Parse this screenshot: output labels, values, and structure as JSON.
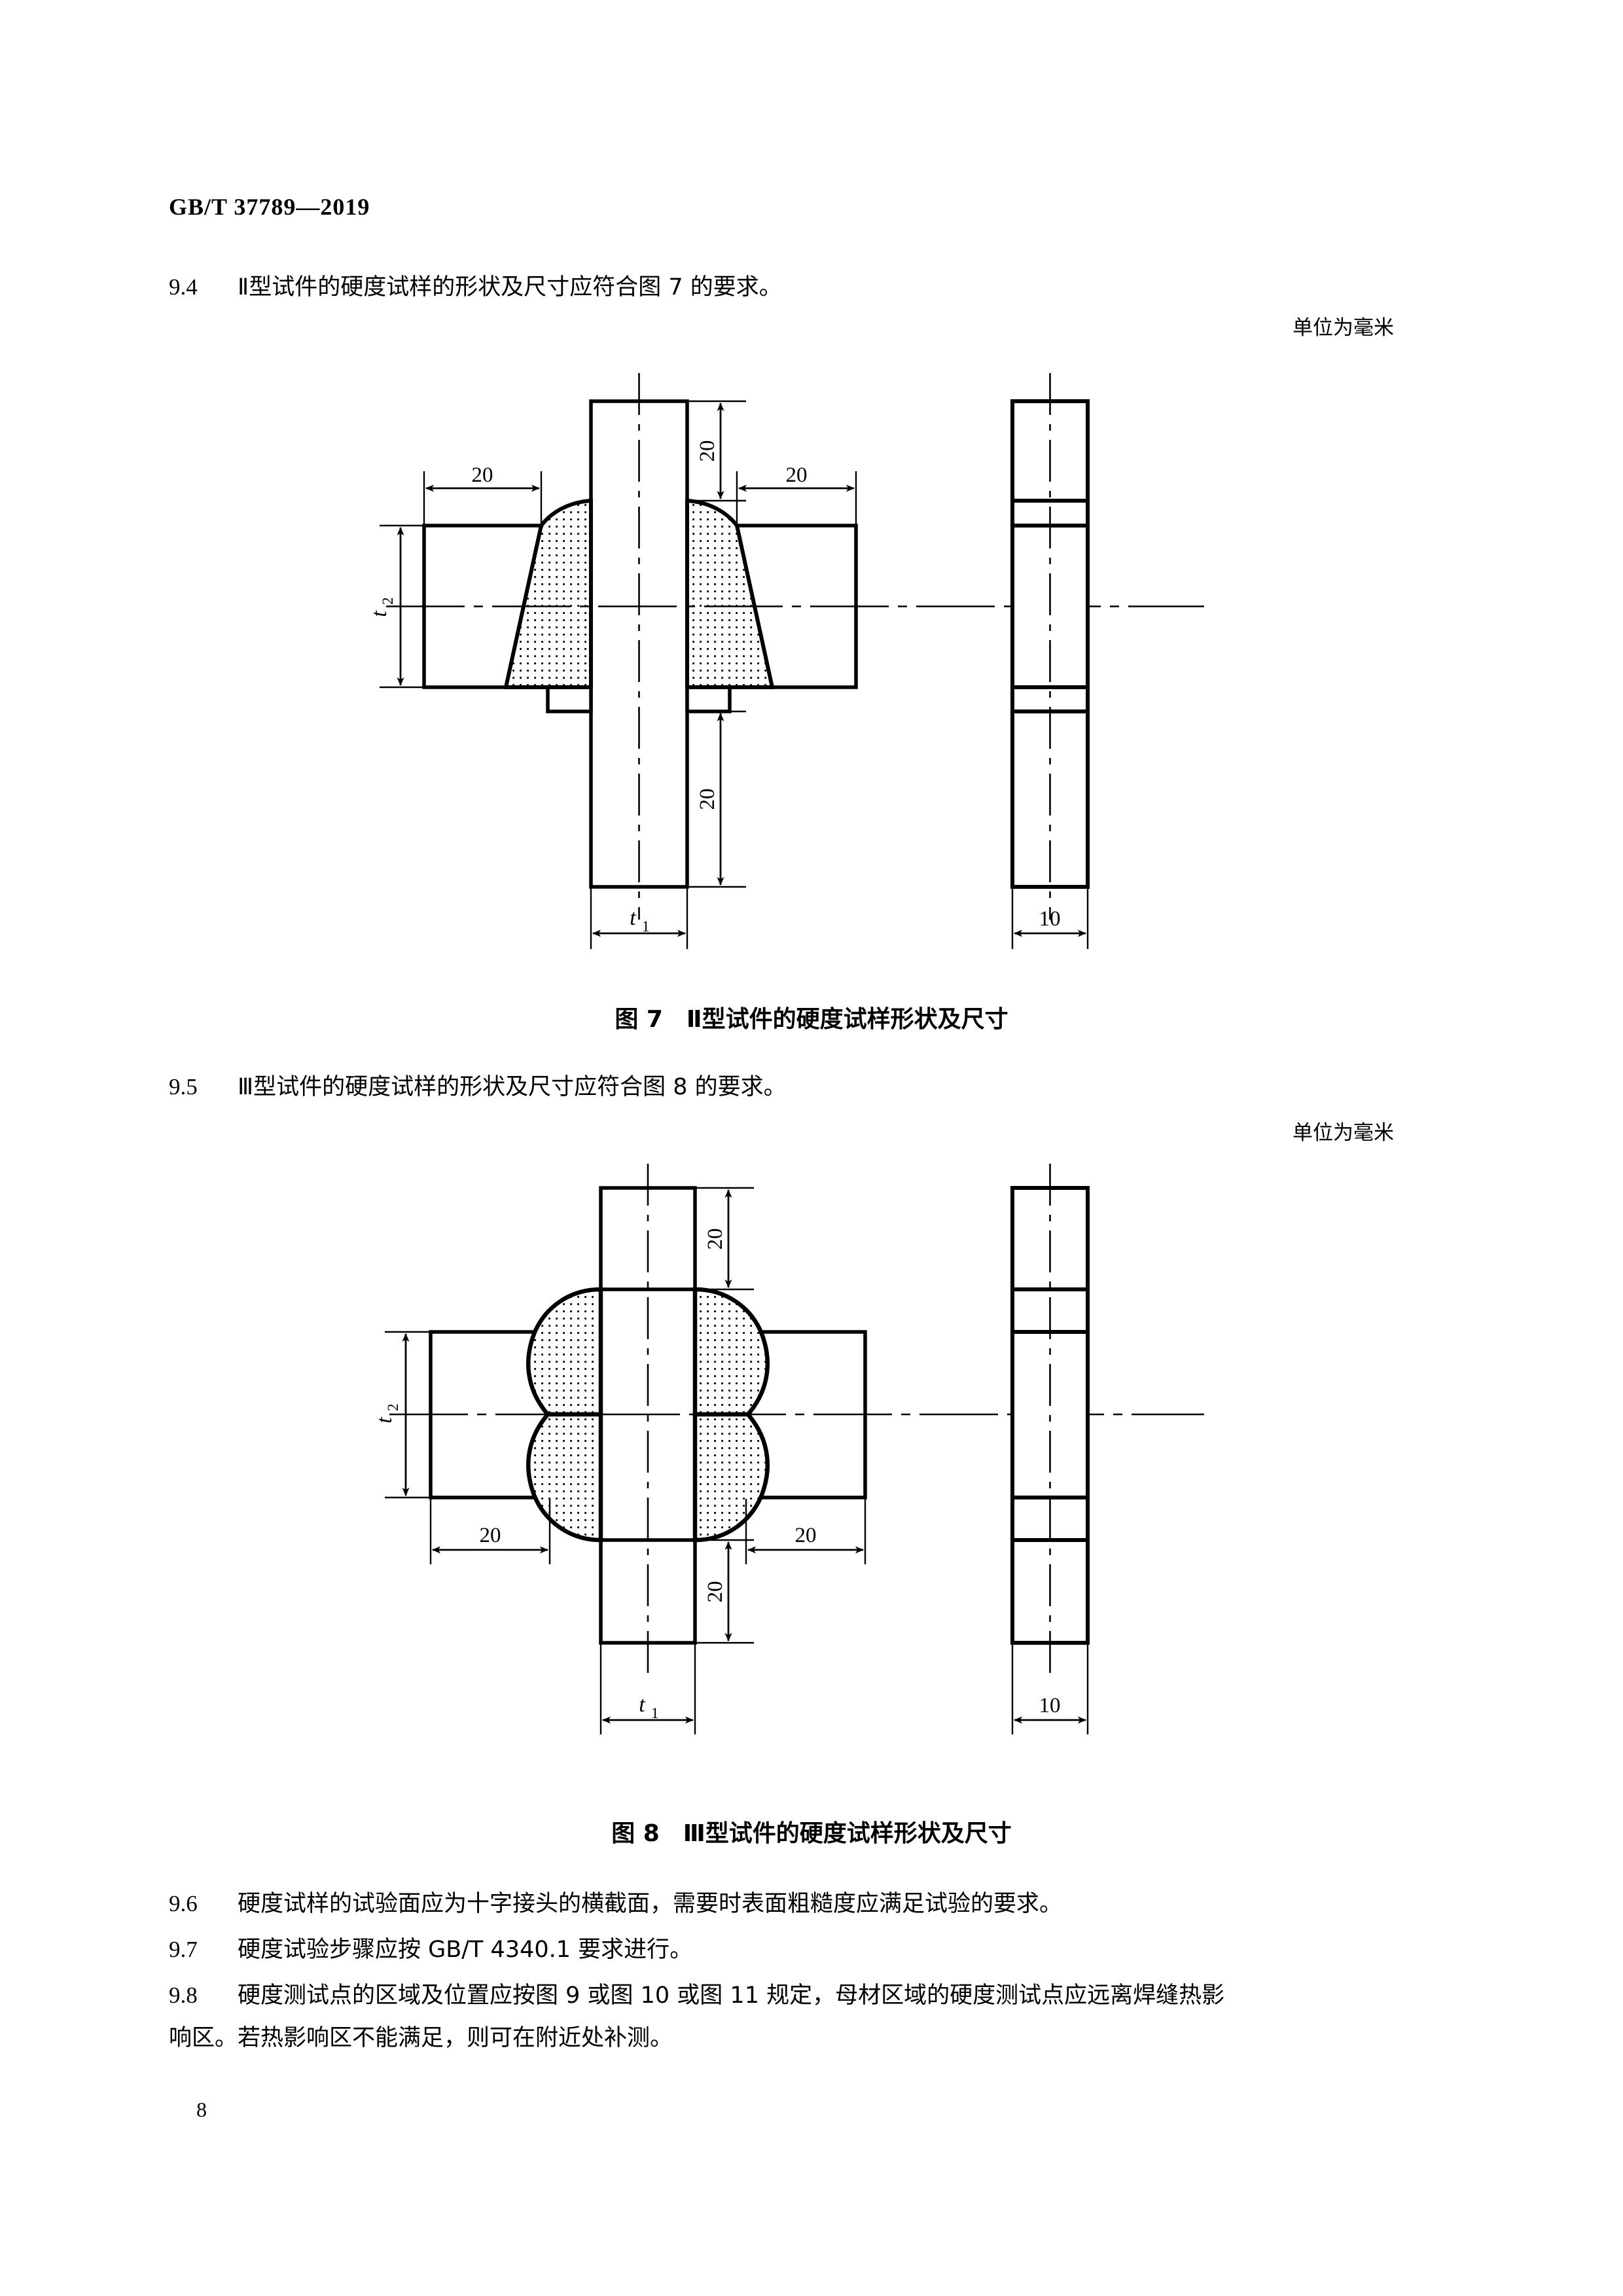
{
  "document": {
    "standard_code": "GB/T 37789—2019",
    "page_number": "8"
  },
  "sections": {
    "s94": {
      "number": "9.4",
      "text": "Ⅱ型试件的硬度试样的形状及尺寸应符合图 7 的要求。"
    },
    "s95": {
      "number": "9.5",
      "text": "Ⅲ型试件的硬度试样的形状及尺寸应符合图 8 的要求。"
    },
    "s96": {
      "number": "9.6",
      "text": "硬度试样的试验面应为十字接头的横截面，需要时表面粗糙度应满足试验的要求。"
    },
    "s97": {
      "number": "9.7",
      "text": "硬度试验步骤应按 GB/T 4340.1 要求进行。"
    },
    "s98": {
      "number": "9.8",
      "line1": "硬度测试点的区域及位置应按图 9 或图 10 或图 11 规定，母材区域的硬度测试点应远离焊缝热影",
      "line2": "响区。若热影响区不能满足，则可在附近处补测。"
    }
  },
  "figure7": {
    "unit_note": "单位为毫米",
    "caption": "图 7　Ⅱ型试件的硬度试样形状及尺寸",
    "dimensions": {
      "top_20": "20",
      "bottom_20": "20",
      "left_20": "20",
      "right_20": "20",
      "t1": "t",
      "t1_sub": "1",
      "t2": "t",
      "t2_sub": "2",
      "side_10": "10"
    }
  },
  "figure8": {
    "unit_note": "单位为毫米",
    "caption": "图 8　Ⅲ型试件的硬度试样形状及尺寸",
    "dimensions": {
      "top_20": "20",
      "bottom_20": "20",
      "left_20": "20",
      "right_20": "20",
      "t1": "t",
      "t1_sub": "1",
      "t2": "t",
      "t2_sub": "2",
      "side_10": "10"
    }
  }
}
